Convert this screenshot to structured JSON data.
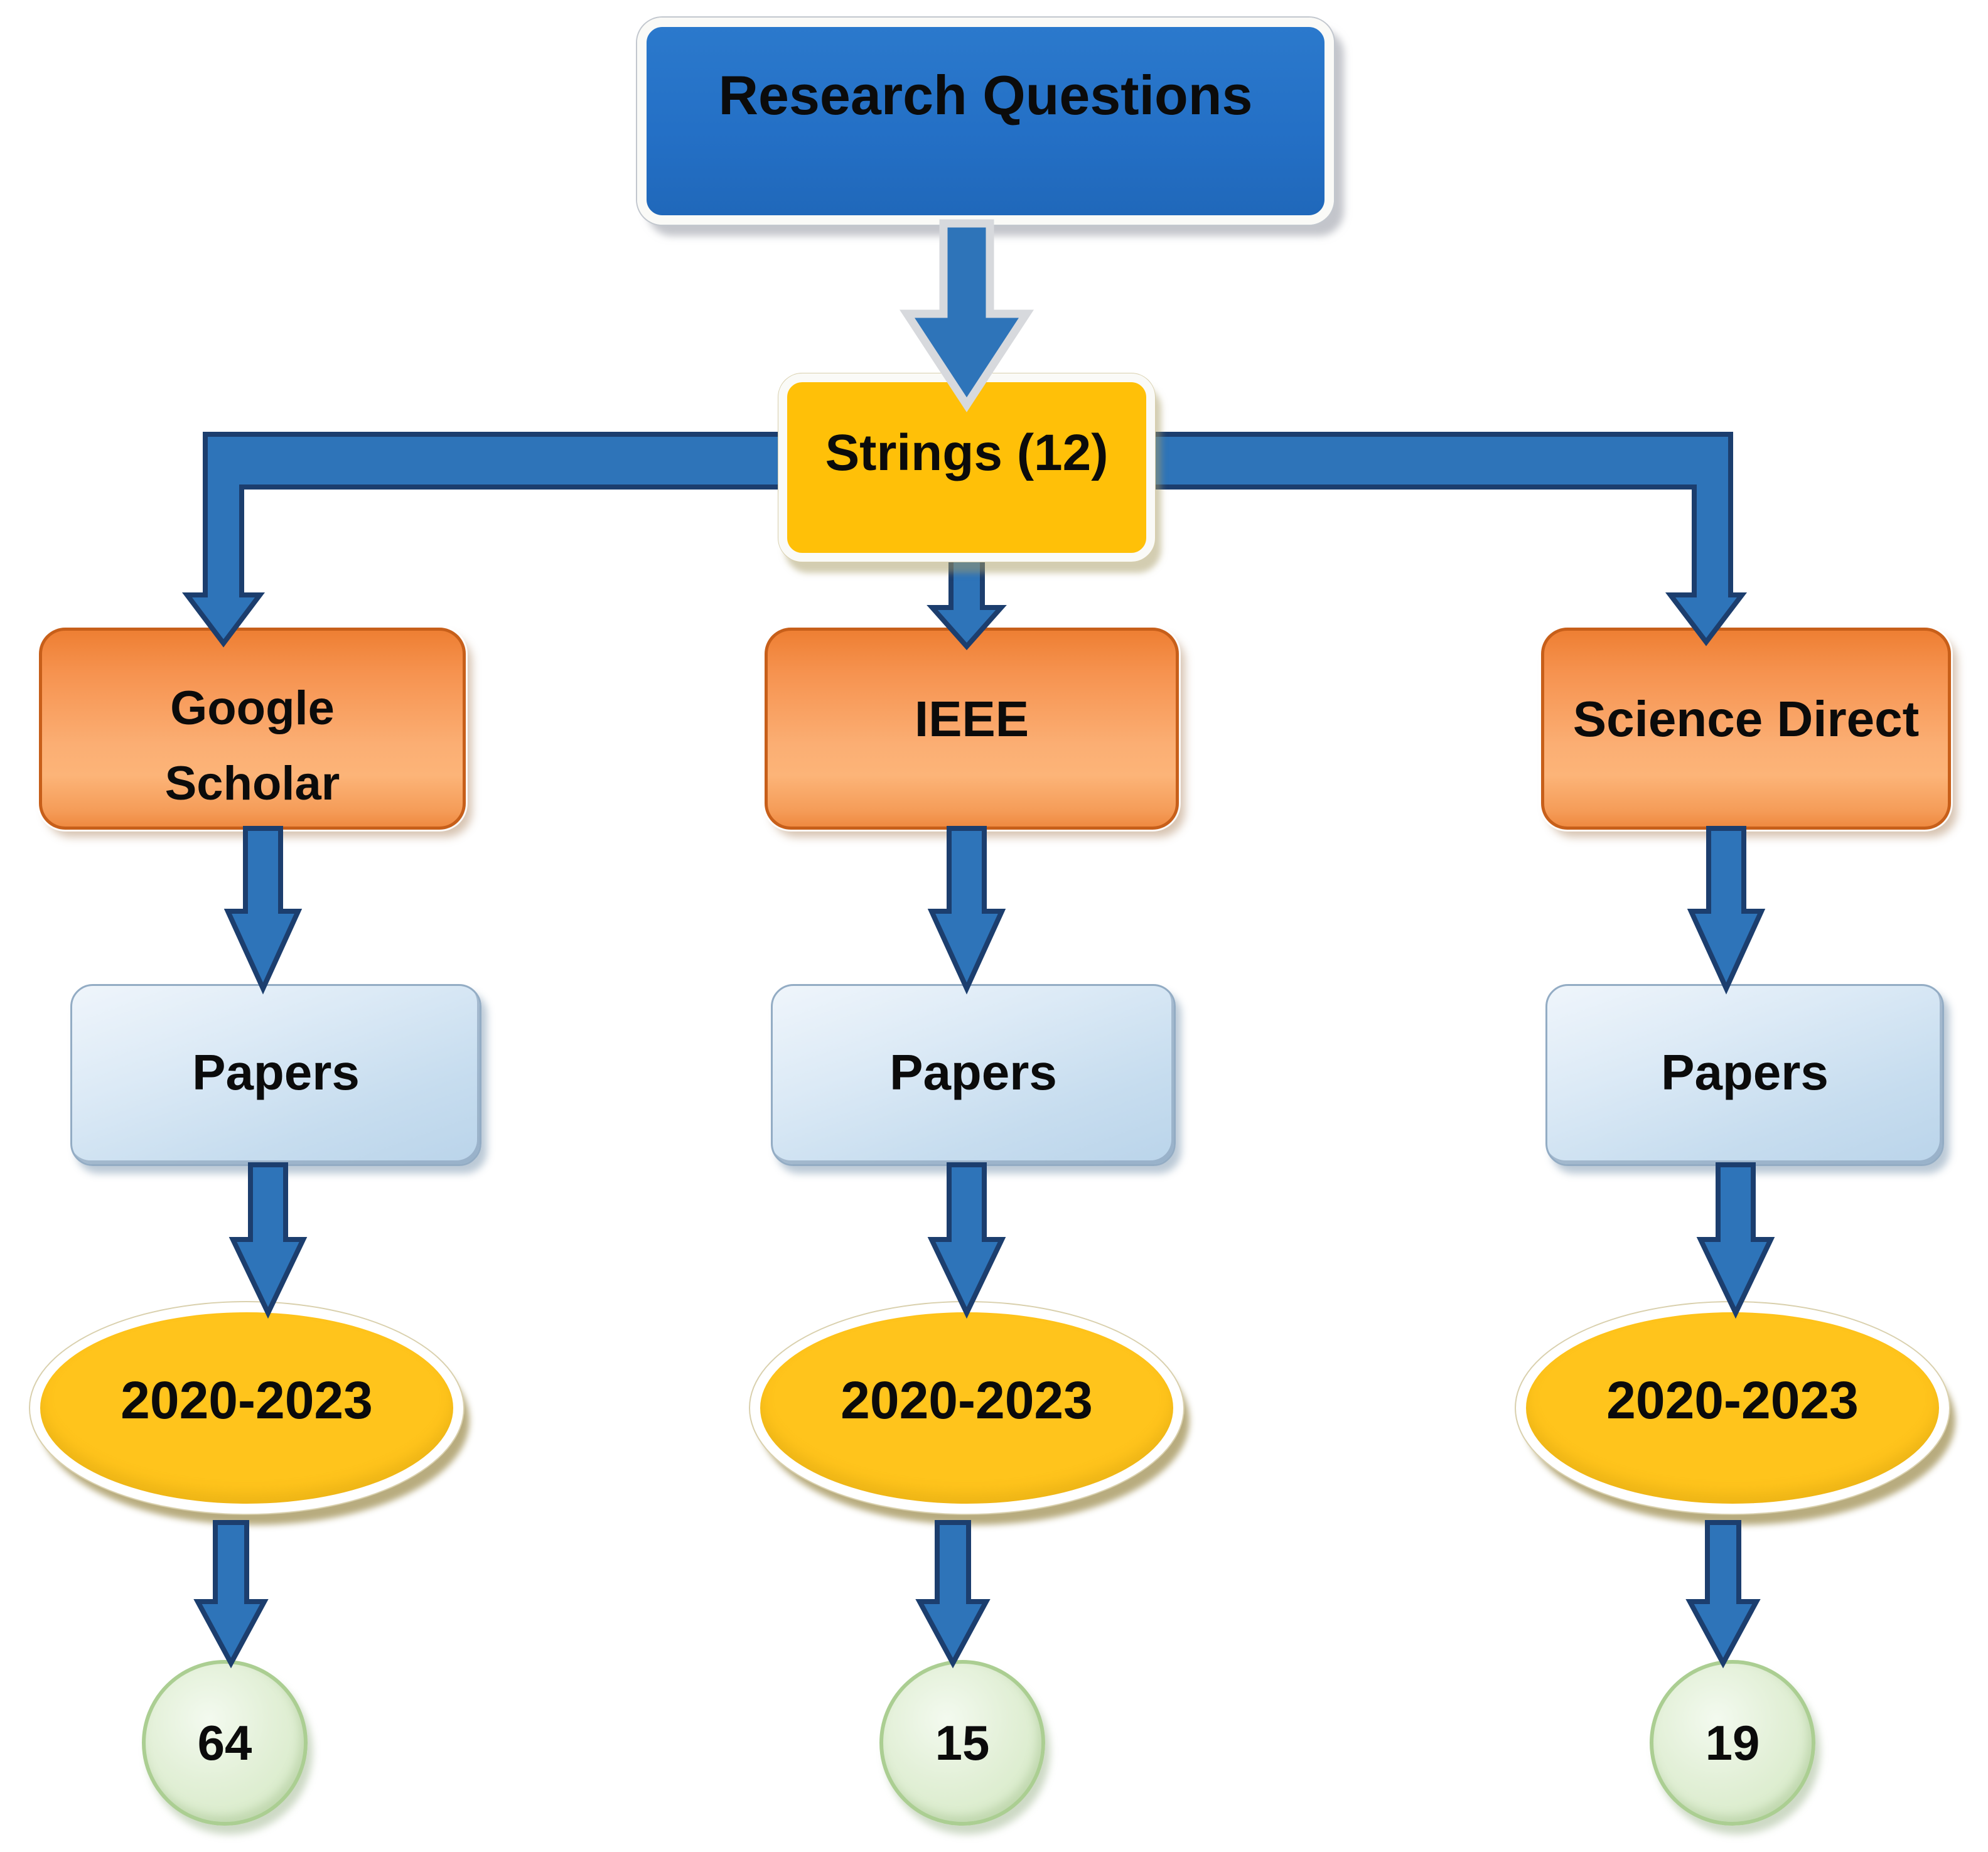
{
  "flowchart": {
    "root": {
      "label": "Research Questions"
    },
    "strings": {
      "label": "Strings (12)"
    },
    "columns": [
      {
        "source_label": "Google Scholar",
        "papers_label": "Papers",
        "period_label": "2020-2023",
        "count": "64"
      },
      {
        "source_label": "IEEE",
        "papers_label": "Papers",
        "period_label": "2020-2023",
        "count": "15"
      },
      {
        "source_label": "Science Direct",
        "papers_label": "Papers",
        "period_label": "2020-2023",
        "count": "19"
      }
    ]
  },
  "palette": {
    "root_fill": "#2470C6",
    "strings_fill": "#FFC008",
    "period_fill": "#FFC41C",
    "source_fill_top": "#EE7F33",
    "source_fill_mid": "#FBAE73",
    "source_border": "#C75F1A",
    "papers_fill_top": "#EFF5FB",
    "papers_fill_bottom": "#BAD4EA",
    "papers_border": "#93ACC4",
    "count_fill": "#E3F0D8",
    "count_border": "#ABCE92",
    "arrow_fill": "#2E74B9",
    "arrow_outline": "#1C3E6E",
    "root_arrow_outline": "#D7D9DD",
    "frame_white": "#FAFAF7",
    "node_text": "#0B0B0B",
    "shadow_tan": "#C9BC92"
  }
}
